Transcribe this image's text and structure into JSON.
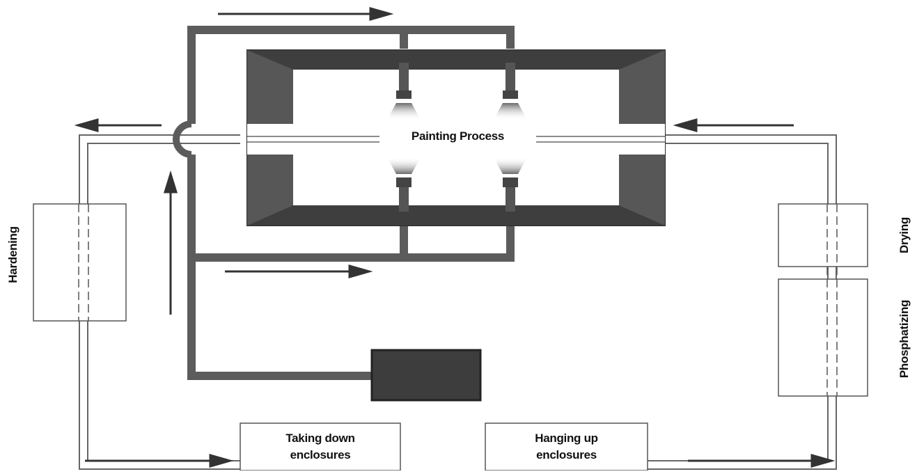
{
  "diagram": {
    "process_label": "Painting Process",
    "stations": {
      "hardening": "Hardening",
      "drying": "Drying",
      "phosphatizing": "Phosphatizing",
      "taking_down": [
        "Taking down",
        "enclosures"
      ],
      "hanging_up": [
        "Hanging up",
        "enclosures"
      ]
    },
    "colors": {
      "booth": "#4a4a4a",
      "pipe": "#5c5c5c",
      "unit": "#3d3d3d",
      "conveyor": "#6e6e6e",
      "arrow": "#333333"
    }
  }
}
